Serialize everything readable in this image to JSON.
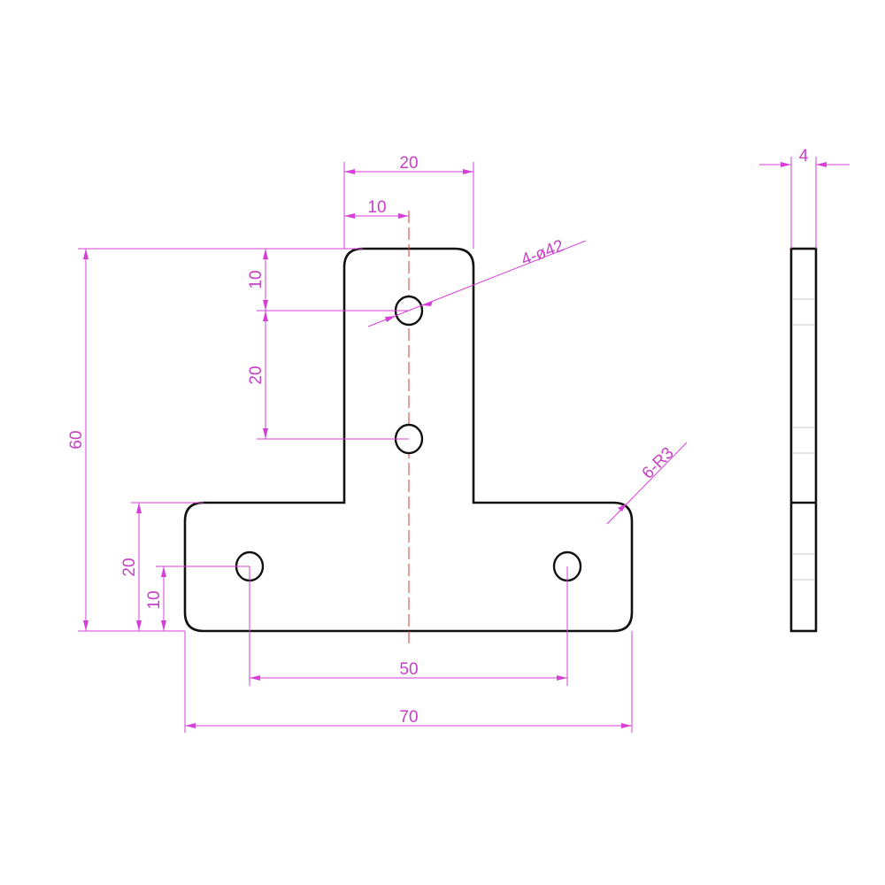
{
  "dimensions": {
    "top_width": "20",
    "top_half": "10",
    "hole_callout": "4-ø42",
    "overall_height": "60",
    "hole1_from_top": "10",
    "hole_spacing_vertical": "20",
    "base_height": "20",
    "base_hole_from_bottom": "10",
    "radius_callout": "6-R3",
    "hole_spacing_horizontal": "50",
    "overall_width": "70",
    "thickness": "4"
  },
  "colors": {
    "outline": "#111111",
    "dimension": "#d63fd6",
    "centerline": "#e23a3a"
  }
}
